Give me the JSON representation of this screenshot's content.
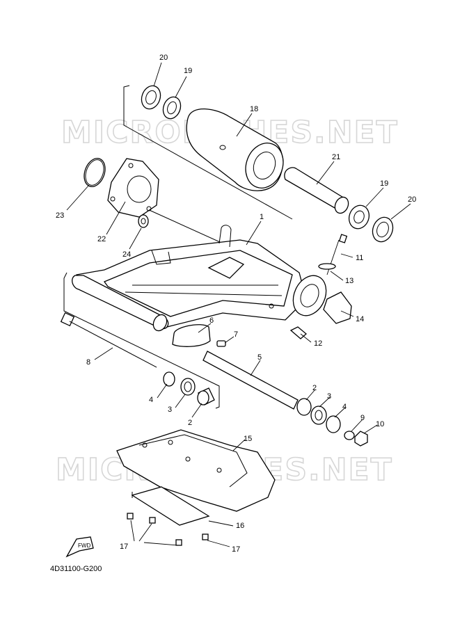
{
  "watermark": [
    "MICROFICHES.NET",
    "MICROFICHES.NET"
  ],
  "diagram_code": "4D31100-G200",
  "fwd_label": "FWD",
  "callouts": {
    "p20a": "20",
    "p19a": "19",
    "p18": "18",
    "p21": "21",
    "p19b": "19",
    "p20b": "20",
    "p23": "23",
    "p22": "22",
    "p24": "24",
    "p1": "1",
    "p11": "11",
    "p13": "13",
    "p14": "14",
    "p12": "12",
    "p6": "6",
    "p7": "7",
    "p8": "8",
    "p5": "5",
    "p4a": "4",
    "p3a": "3",
    "p2a": "2",
    "p2b": "2",
    "p3b": "3",
    "p4b": "4",
    "p9": "9",
    "p10": "10",
    "p15": "15",
    "p16": "16",
    "p17a": "17",
    "p17b": "17"
  }
}
